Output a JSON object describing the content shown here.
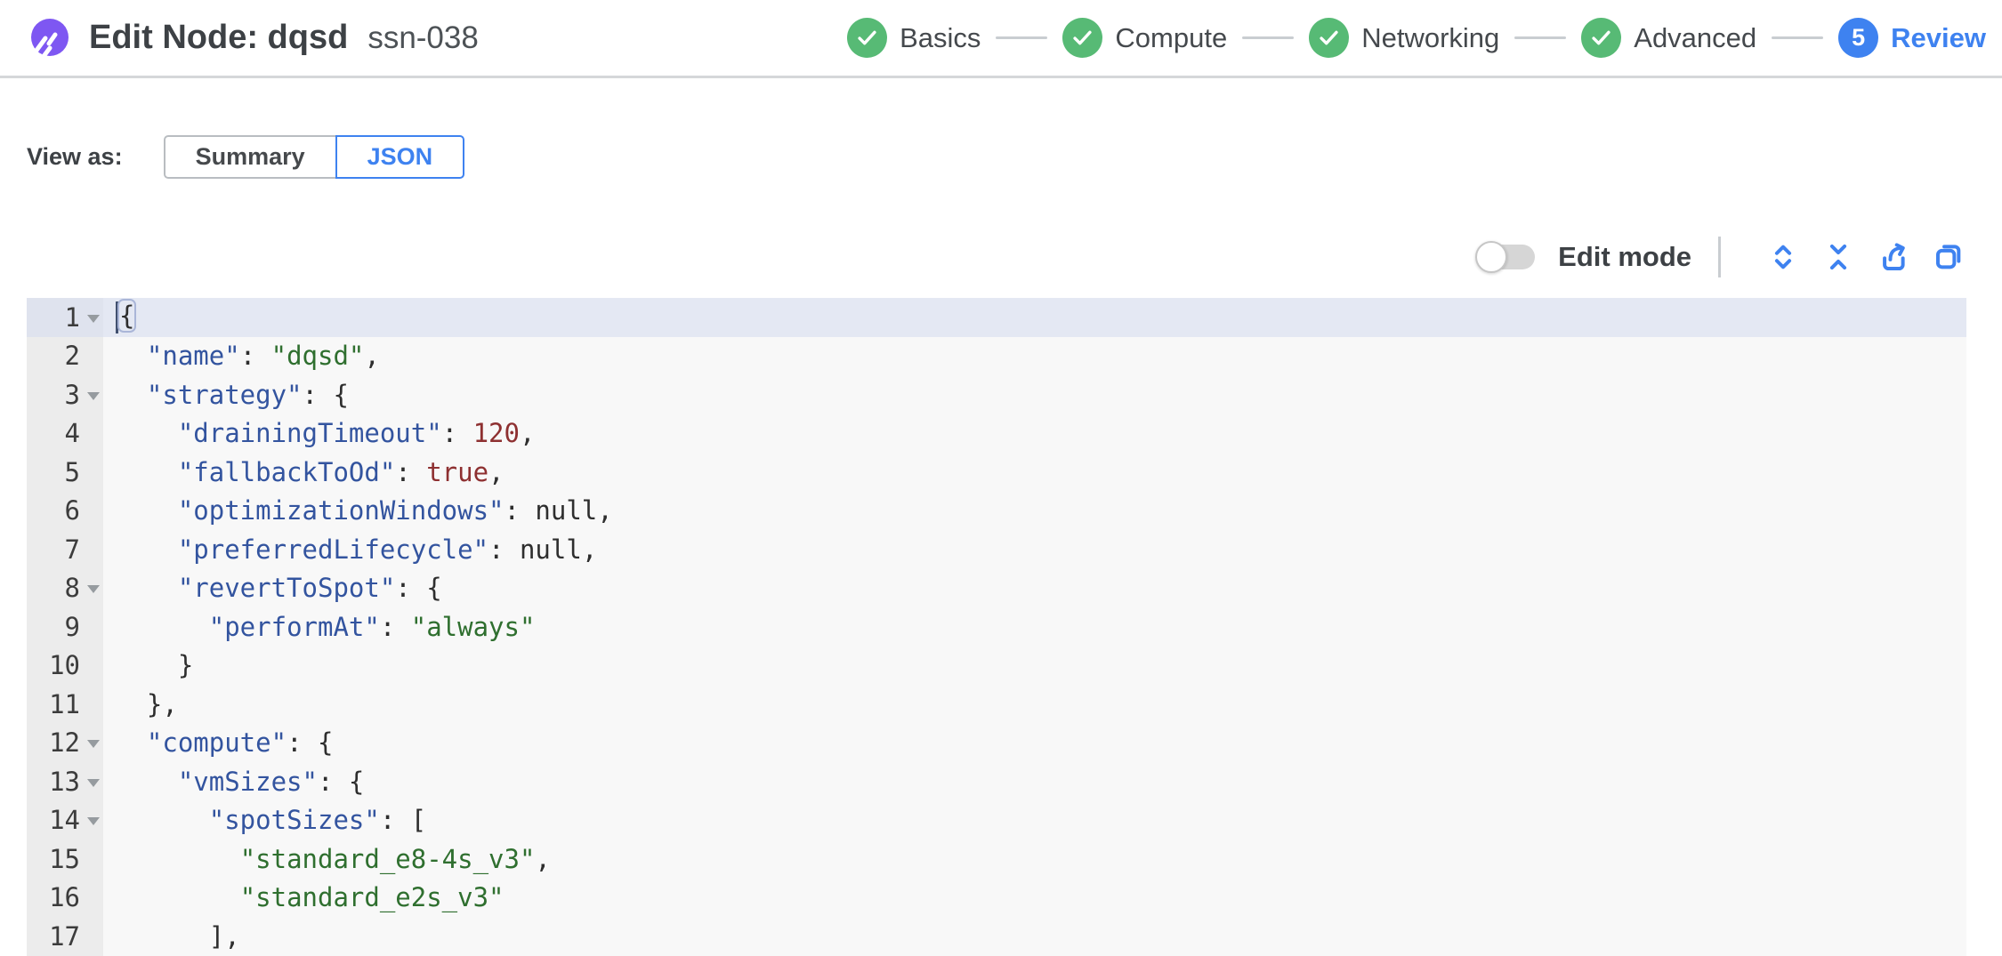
{
  "header": {
    "title": "Edit Node: dqsd",
    "subtitle": "ssn-038",
    "steps": [
      {
        "label": "Basics",
        "state": "done"
      },
      {
        "label": "Compute",
        "state": "done"
      },
      {
        "label": "Networking",
        "state": "done"
      },
      {
        "label": "Advanced",
        "state": "done"
      },
      {
        "label": "Review",
        "state": "active",
        "number": "5"
      }
    ]
  },
  "view_as": {
    "label": "View as:",
    "options": [
      {
        "label": "Summary",
        "selected": false
      },
      {
        "label": "JSON",
        "selected": true
      }
    ]
  },
  "toolbar": {
    "edit_mode_label": "Edit mode",
    "edit_mode_on": false,
    "icons": [
      "expand-all-icon",
      "collapse-all-icon",
      "export-icon",
      "copy-icon"
    ]
  },
  "colors": {
    "blue": "#3e82f0",
    "green": "#57ba75",
    "purple": "#7e57f2",
    "key": "#33549f",
    "string": "#2f6f2f",
    "number": "#8e3031"
  },
  "editor": {
    "active_line": 1,
    "lines": [
      {
        "n": 1,
        "fold": true,
        "active": true,
        "cursor": true,
        "tokens": [
          {
            "t": "match",
            "v": "{"
          }
        ]
      },
      {
        "n": 2,
        "tokens": [
          {
            "t": "ws",
            "v": "  "
          },
          {
            "t": "key",
            "v": "\"name\""
          },
          {
            "t": "punc",
            "v": ": "
          },
          {
            "t": "str",
            "v": "\"dqsd\""
          },
          {
            "t": "punc",
            "v": ","
          }
        ]
      },
      {
        "n": 3,
        "fold": true,
        "tokens": [
          {
            "t": "ws",
            "v": "  "
          },
          {
            "t": "key",
            "v": "\"strategy\""
          },
          {
            "t": "punc",
            "v": ": {"
          }
        ]
      },
      {
        "n": 4,
        "tokens": [
          {
            "t": "ws",
            "v": "    "
          },
          {
            "t": "key",
            "v": "\"drainingTimeout\""
          },
          {
            "t": "punc",
            "v": ": "
          },
          {
            "t": "num",
            "v": "120"
          },
          {
            "t": "punc",
            "v": ","
          }
        ]
      },
      {
        "n": 5,
        "tokens": [
          {
            "t": "ws",
            "v": "    "
          },
          {
            "t": "key",
            "v": "\"fallbackToOd\""
          },
          {
            "t": "punc",
            "v": ": "
          },
          {
            "t": "bool",
            "v": "true"
          },
          {
            "t": "punc",
            "v": ","
          }
        ]
      },
      {
        "n": 6,
        "tokens": [
          {
            "t": "ws",
            "v": "    "
          },
          {
            "t": "key",
            "v": "\"optimizationWindows\""
          },
          {
            "t": "punc",
            "v": ": "
          },
          {
            "t": "null",
            "v": "null"
          },
          {
            "t": "punc",
            "v": ","
          }
        ]
      },
      {
        "n": 7,
        "tokens": [
          {
            "t": "ws",
            "v": "    "
          },
          {
            "t": "key",
            "v": "\"preferredLifecycle\""
          },
          {
            "t": "punc",
            "v": ": "
          },
          {
            "t": "null",
            "v": "null"
          },
          {
            "t": "punc",
            "v": ","
          }
        ]
      },
      {
        "n": 8,
        "fold": true,
        "tokens": [
          {
            "t": "ws",
            "v": "    "
          },
          {
            "t": "key",
            "v": "\"revertToSpot\""
          },
          {
            "t": "punc",
            "v": ": {"
          }
        ]
      },
      {
        "n": 9,
        "tokens": [
          {
            "t": "ws",
            "v": "      "
          },
          {
            "t": "key",
            "v": "\"performAt\""
          },
          {
            "t": "punc",
            "v": ": "
          },
          {
            "t": "str",
            "v": "\"always\""
          }
        ]
      },
      {
        "n": 10,
        "tokens": [
          {
            "t": "ws",
            "v": "    "
          },
          {
            "t": "punc",
            "v": "}"
          }
        ]
      },
      {
        "n": 11,
        "tokens": [
          {
            "t": "ws",
            "v": "  "
          },
          {
            "t": "punc",
            "v": "},"
          }
        ]
      },
      {
        "n": 12,
        "fold": true,
        "tokens": [
          {
            "t": "ws",
            "v": "  "
          },
          {
            "t": "key",
            "v": "\"compute\""
          },
          {
            "t": "punc",
            "v": ": {"
          }
        ]
      },
      {
        "n": 13,
        "fold": true,
        "tokens": [
          {
            "t": "ws",
            "v": "    "
          },
          {
            "t": "key",
            "v": "\"vmSizes\""
          },
          {
            "t": "punc",
            "v": ": {"
          }
        ]
      },
      {
        "n": 14,
        "fold": true,
        "tokens": [
          {
            "t": "ws",
            "v": "      "
          },
          {
            "t": "key",
            "v": "\"spotSizes\""
          },
          {
            "t": "punc",
            "v": ": ["
          }
        ]
      },
      {
        "n": 15,
        "tokens": [
          {
            "t": "ws",
            "v": "        "
          },
          {
            "t": "str",
            "v": "\"standard_e8-4s_v3\""
          },
          {
            "t": "punc",
            "v": ","
          }
        ]
      },
      {
        "n": 16,
        "tokens": [
          {
            "t": "ws",
            "v": "        "
          },
          {
            "t": "str",
            "v": "\"standard_e2s_v3\""
          }
        ]
      },
      {
        "n": 17,
        "tokens": [
          {
            "t": "ws",
            "v": "      "
          },
          {
            "t": "punc",
            "v": "],"
          }
        ]
      }
    ]
  }
}
